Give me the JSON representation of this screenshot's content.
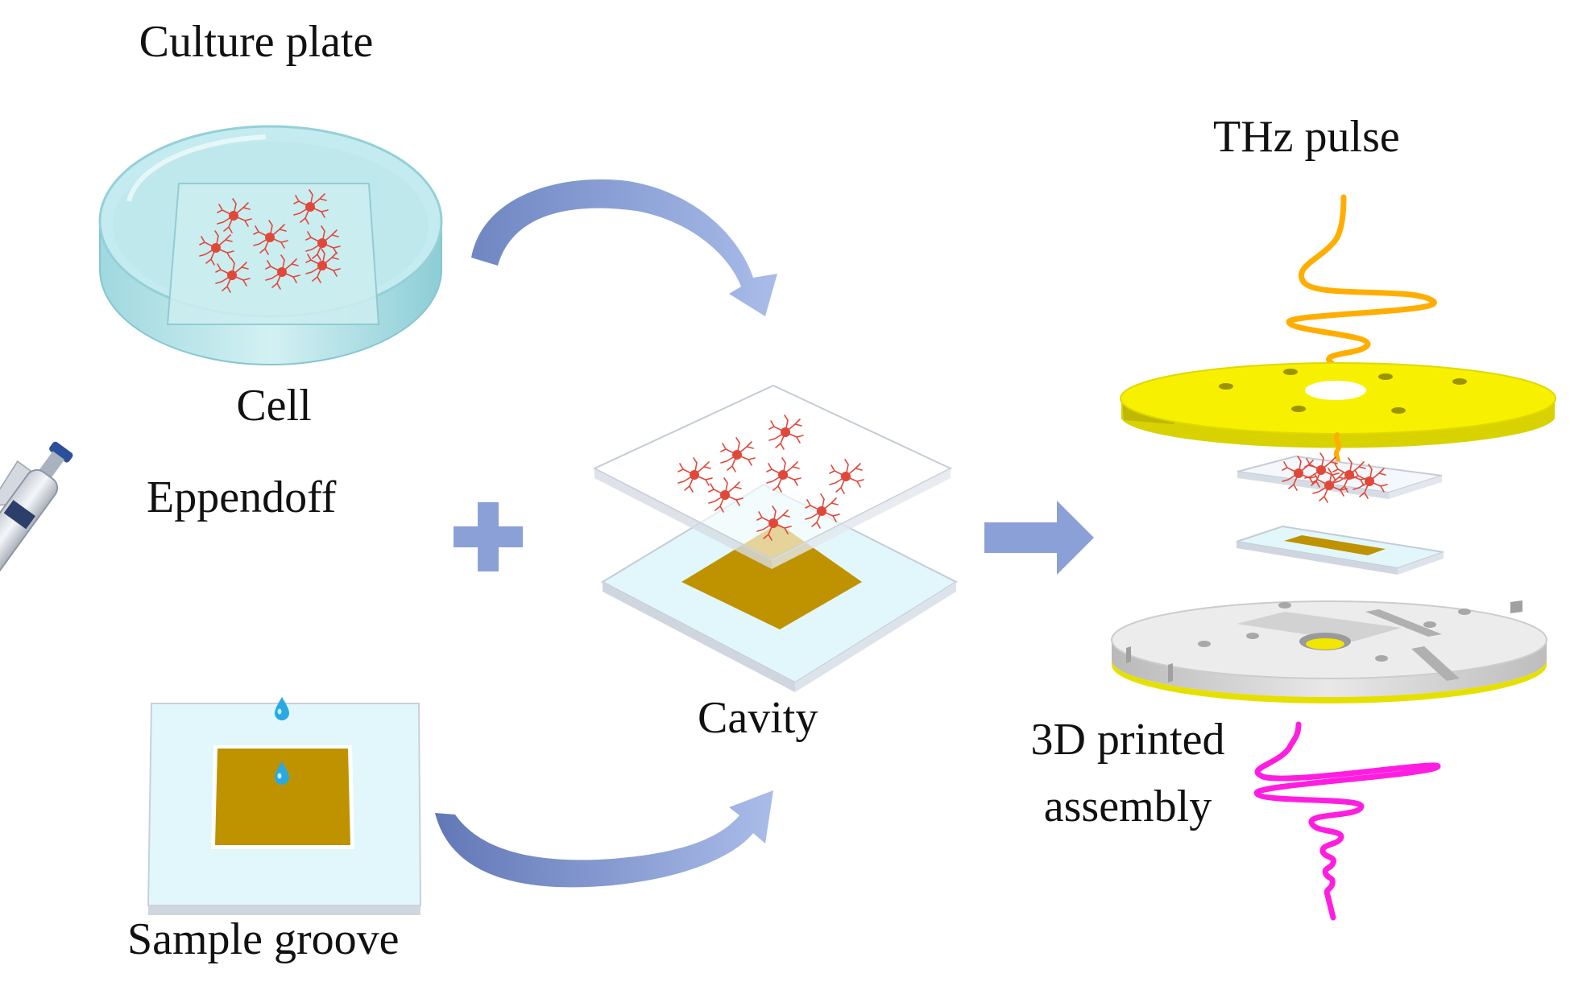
{
  "labels": {
    "culture_plate": "Culture plate",
    "cell": "Cell",
    "eppendoff": "Eppendoff",
    "sample_groove": "Sample groove",
    "cavity": "Cavity",
    "thz_pulse": "THz pulse",
    "assembly_line1": "3D printed",
    "assembly_line2": "assembly"
  },
  "colors": {
    "arrow": "#8aa0d6",
    "gold": "#bf9200",
    "glass": "#e2f7fb",
    "dish_water": "#bfe8ec",
    "cell": "#e0483a",
    "yellow_plate": "#f7f000",
    "thz_in": "#ffae00",
    "thz_out": "#ff1ee0",
    "base": "#dedede"
  }
}
